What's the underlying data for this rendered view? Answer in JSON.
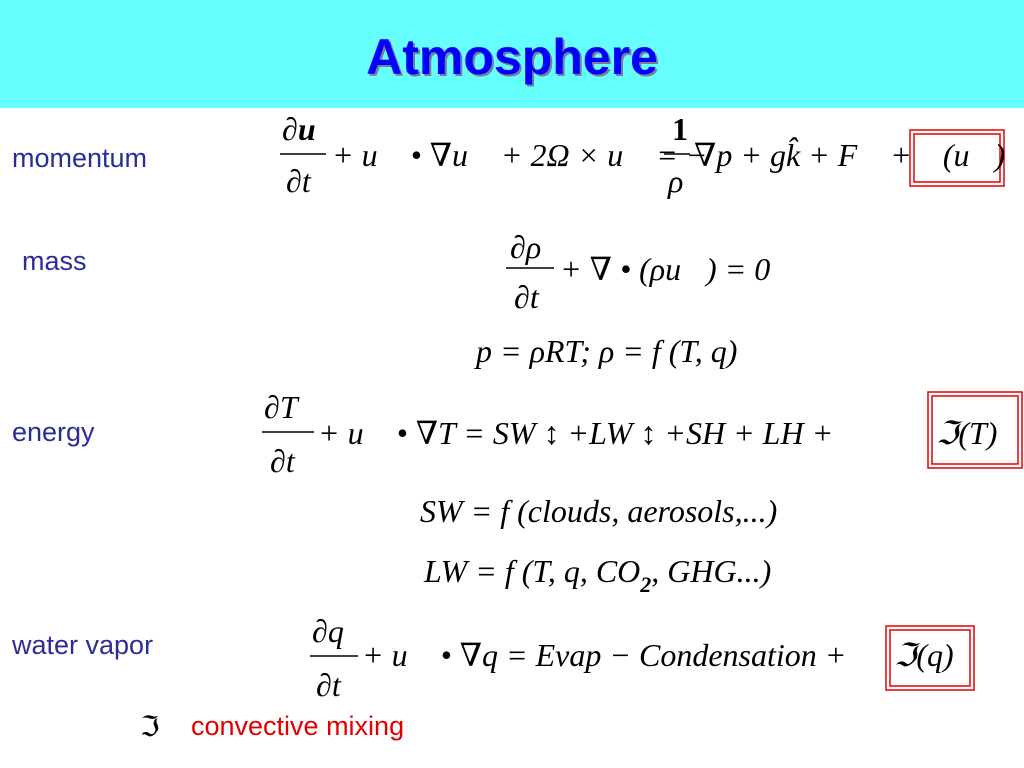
{
  "slide": {
    "title": "Atmosphere",
    "labels": {
      "momentum": "momentum",
      "mass": "mass",
      "energy": "energy",
      "water_vapor": "water vapor"
    },
    "legend": {
      "symbol": "ℑ",
      "text": "convective mixing"
    },
    "colors": {
      "header_bg": "#66ffff",
      "title": "#0000ff",
      "label": "#2b2b9a",
      "highlight": "#e30000"
    }
  },
  "equations": {
    "momentum": {
      "numerator": "∂u⃗",
      "denominator": "∂t",
      "rhs_text": "+ u⃗ • ∇u⃗ + 2Ω × u⃗ = −",
      "frac2_num": "1",
      "frac2_den": "ρ",
      "rhs2": "∇p + gk̂ + F⃗ +",
      "boxed": "ℑ(u⃗)"
    },
    "mass": {
      "numerator": "∂ρ",
      "denominator": "∂t",
      "rhs": "+ ∇ • (ρu⃗) = 0"
    },
    "state": {
      "text": "p = ρRT; ρ = f (T, q)"
    },
    "energy": {
      "numerator": "∂T",
      "denominator": "∂t",
      "rhs": "+ u⃗ • ∇T = SW ↕ +LW ↕ +SH + LH +",
      "boxed": "ℑ(T)"
    },
    "shortwave": {
      "text": "SW = f (clouds, aerosols,...)"
    },
    "longwave": {
      "text": "LW = f (T, q, CO",
      "sub": "2",
      "tail": ", GHG...)"
    },
    "water_vapor": {
      "numerator": "∂q",
      "denominator": "∂t",
      "rhs": "+ u⃗ • ∇q = Evap − Condensation +",
      "boxed": "ℑ(q)"
    }
  }
}
